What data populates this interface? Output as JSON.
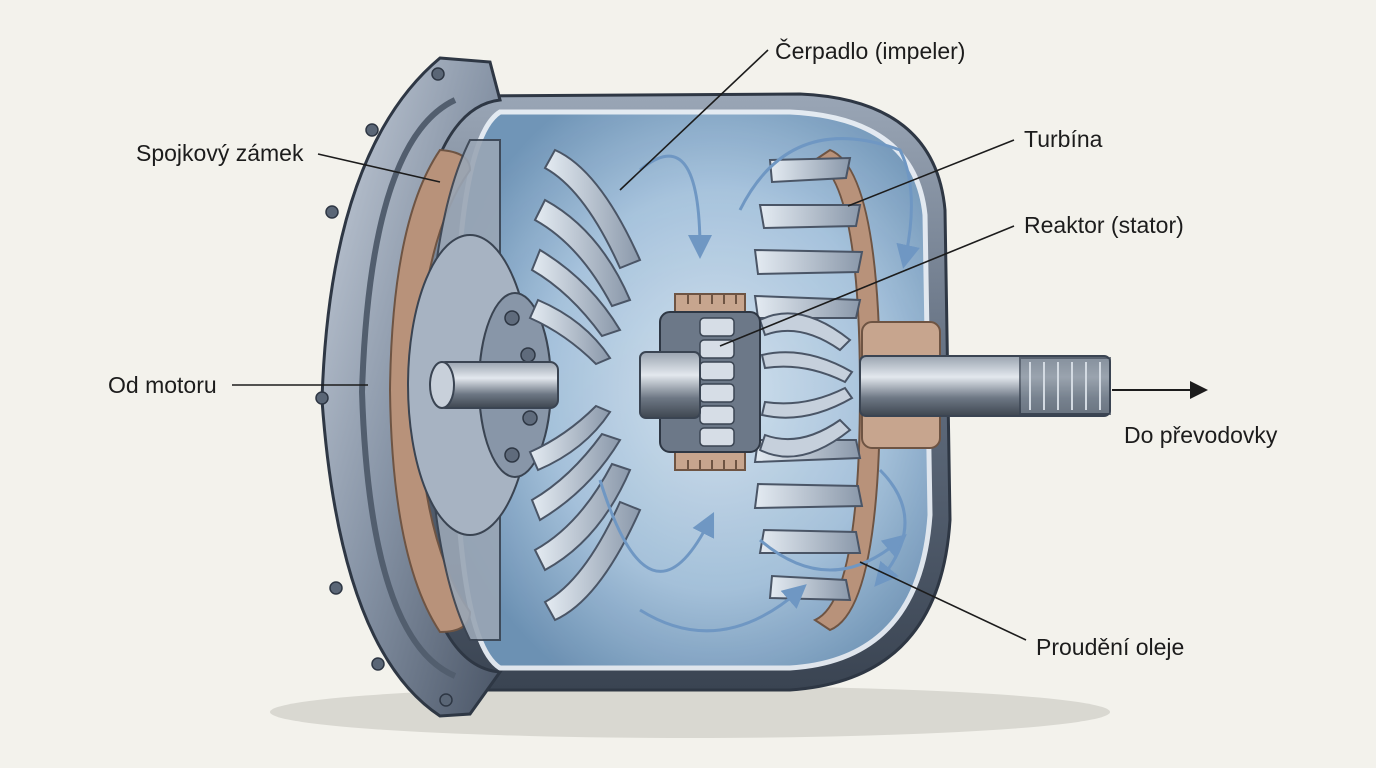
{
  "diagram": {
    "labels": {
      "pump": "Čerpadlo (impeler)",
      "turbine": "Turbína",
      "reactor": "Reaktor (stator)",
      "clutch_lock": "Spojkový zámek",
      "engine_input": "Od motoru",
      "transmission_output": "Do převodovky",
      "oil_flow": "Proudění oleje"
    },
    "colors": {
      "background": "#f3f2ec",
      "housing_steel": "#7f8da0",
      "housing_dark": "#3f4a5a",
      "oil_fluid": "#a9c6e0",
      "friction_lining": "#b8927a",
      "flow_arrow": "#6f97c3",
      "leader_line": "#1c1c1c"
    }
  }
}
